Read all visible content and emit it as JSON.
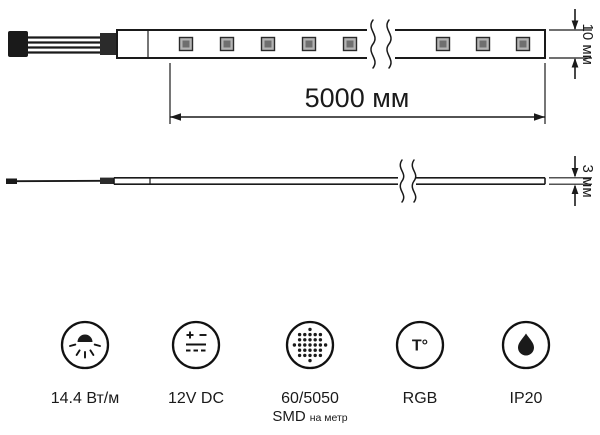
{
  "colors": {
    "ink": "#1a1a1a",
    "background": "#ffffff"
  },
  "top_view": {
    "length_label": "5000 мм",
    "width_label": "10 мм"
  },
  "side_view": {
    "thickness_label": "3 мм"
  },
  "specs": [
    {
      "name": "power",
      "icon": "brightness-icon",
      "label": "14.4 Вт/м"
    },
    {
      "name": "voltage",
      "icon": "dc-voltage-icon",
      "label": "12V DC"
    },
    {
      "name": "led-count",
      "icon": "led-matrix-icon",
      "label": "60/5050",
      "sub_main": "SMD",
      "sub_small": "на метр"
    },
    {
      "name": "color",
      "icon": "temperature-icon",
      "glyph": "T°",
      "label": "RGB"
    },
    {
      "name": "protection",
      "icon": "water-drop-icon",
      "label": "IP20"
    }
  ]
}
